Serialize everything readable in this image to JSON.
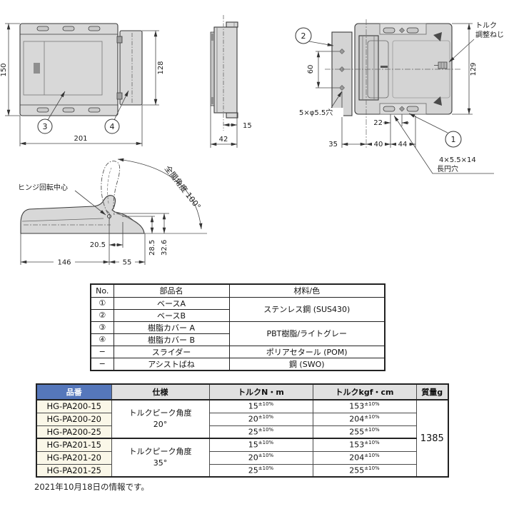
{
  "colors": {
    "drawing_fill": "#d8d8d8",
    "drawing_stroke": "#3a3a3a",
    "spec_header_blue": "#5577bb",
    "spec_header_text": "#ffffff",
    "subheader_gray": "#e0e0e0",
    "model_cell_cream": "#faf7e8",
    "table_border": "#222222"
  },
  "drawings": {
    "front_view": {
      "dim_height": "150",
      "dim_flange_height": "128",
      "dim_width": "201",
      "callout_resin_cover_a": "3",
      "callout_resin_cover_b": "4"
    },
    "side_view": {
      "dim_offset": "15",
      "dim_depth": "42"
    },
    "top_view": {
      "callout_base_a": "1",
      "callout_base_b": "2",
      "dim_hole_pitch": "60",
      "dim_body_height": "129",
      "dim_22": "22",
      "dim_35": "35",
      "dim_40": "40",
      "dim_44": "44",
      "label_torque_line1": "トルク",
      "label_torque_line2": "調整ねじ",
      "label_holes": "5×φ5.5穴",
      "label_slot_line1": "4×5.5×14",
      "label_slot_line2": "長円穴"
    },
    "profile_view": {
      "label_open_angle": "全開角度 100°",
      "label_hinge_center": "ヒンジ回転中心",
      "dim_20_5": "20.5",
      "dim_28_5": "28.5",
      "dim_32_6": "32.6",
      "dim_146": "146",
      "dim_55": "55"
    }
  },
  "parts_table": {
    "headers": {
      "no": "No.",
      "name": "部品名",
      "material": "材料/色"
    },
    "rows": [
      {
        "no": "①",
        "name": "ベースA"
      },
      {
        "no": "②",
        "name": "ベースB"
      },
      {
        "no": "③",
        "name": "樹脂カバー A"
      },
      {
        "no": "④",
        "name": "樹脂カバー B"
      },
      {
        "no": "−",
        "name": "スライダー"
      },
      {
        "no": "−",
        "name": "アシストばね"
      }
    ],
    "materials": [
      "ステンレス鋼 (SUS430)",
      "PBT樹脂/ライトグレー",
      "ポリアセタール (POM)",
      "鋼 (SWO)"
    ]
  },
  "spec_table": {
    "headers": {
      "model": "品番",
      "spec": "仕様",
      "torque_nm": "トルクN・m",
      "torque_kgf": "トルクkgf・cm",
      "mass": "質量g"
    },
    "groups": [
      {
        "spec_line1": "トルクピーク角度",
        "spec_line2": "20°"
      },
      {
        "spec_line1": "トルクピーク角度",
        "spec_line2": "35°"
      }
    ],
    "rows": [
      {
        "model": "HG-PA200-15",
        "torque_nm": "15",
        "torque_kgf": "153"
      },
      {
        "model": "HG-PA200-20",
        "torque_nm": "20",
        "torque_kgf": "204"
      },
      {
        "model": "HG-PA200-25",
        "torque_nm": "25",
        "torque_kgf": "255"
      },
      {
        "model": "HG-PA201-15",
        "torque_nm": "15",
        "torque_kgf": "153"
      },
      {
        "model": "HG-PA201-20",
        "torque_nm": "20",
        "torque_kgf": "204"
      },
      {
        "model": "HG-PA201-25",
        "torque_nm": "25",
        "torque_kgf": "255"
      }
    ],
    "tolerance": "±10%",
    "mass": "1385"
  },
  "footer": {
    "note": "2021年10月18日の情報です。"
  }
}
